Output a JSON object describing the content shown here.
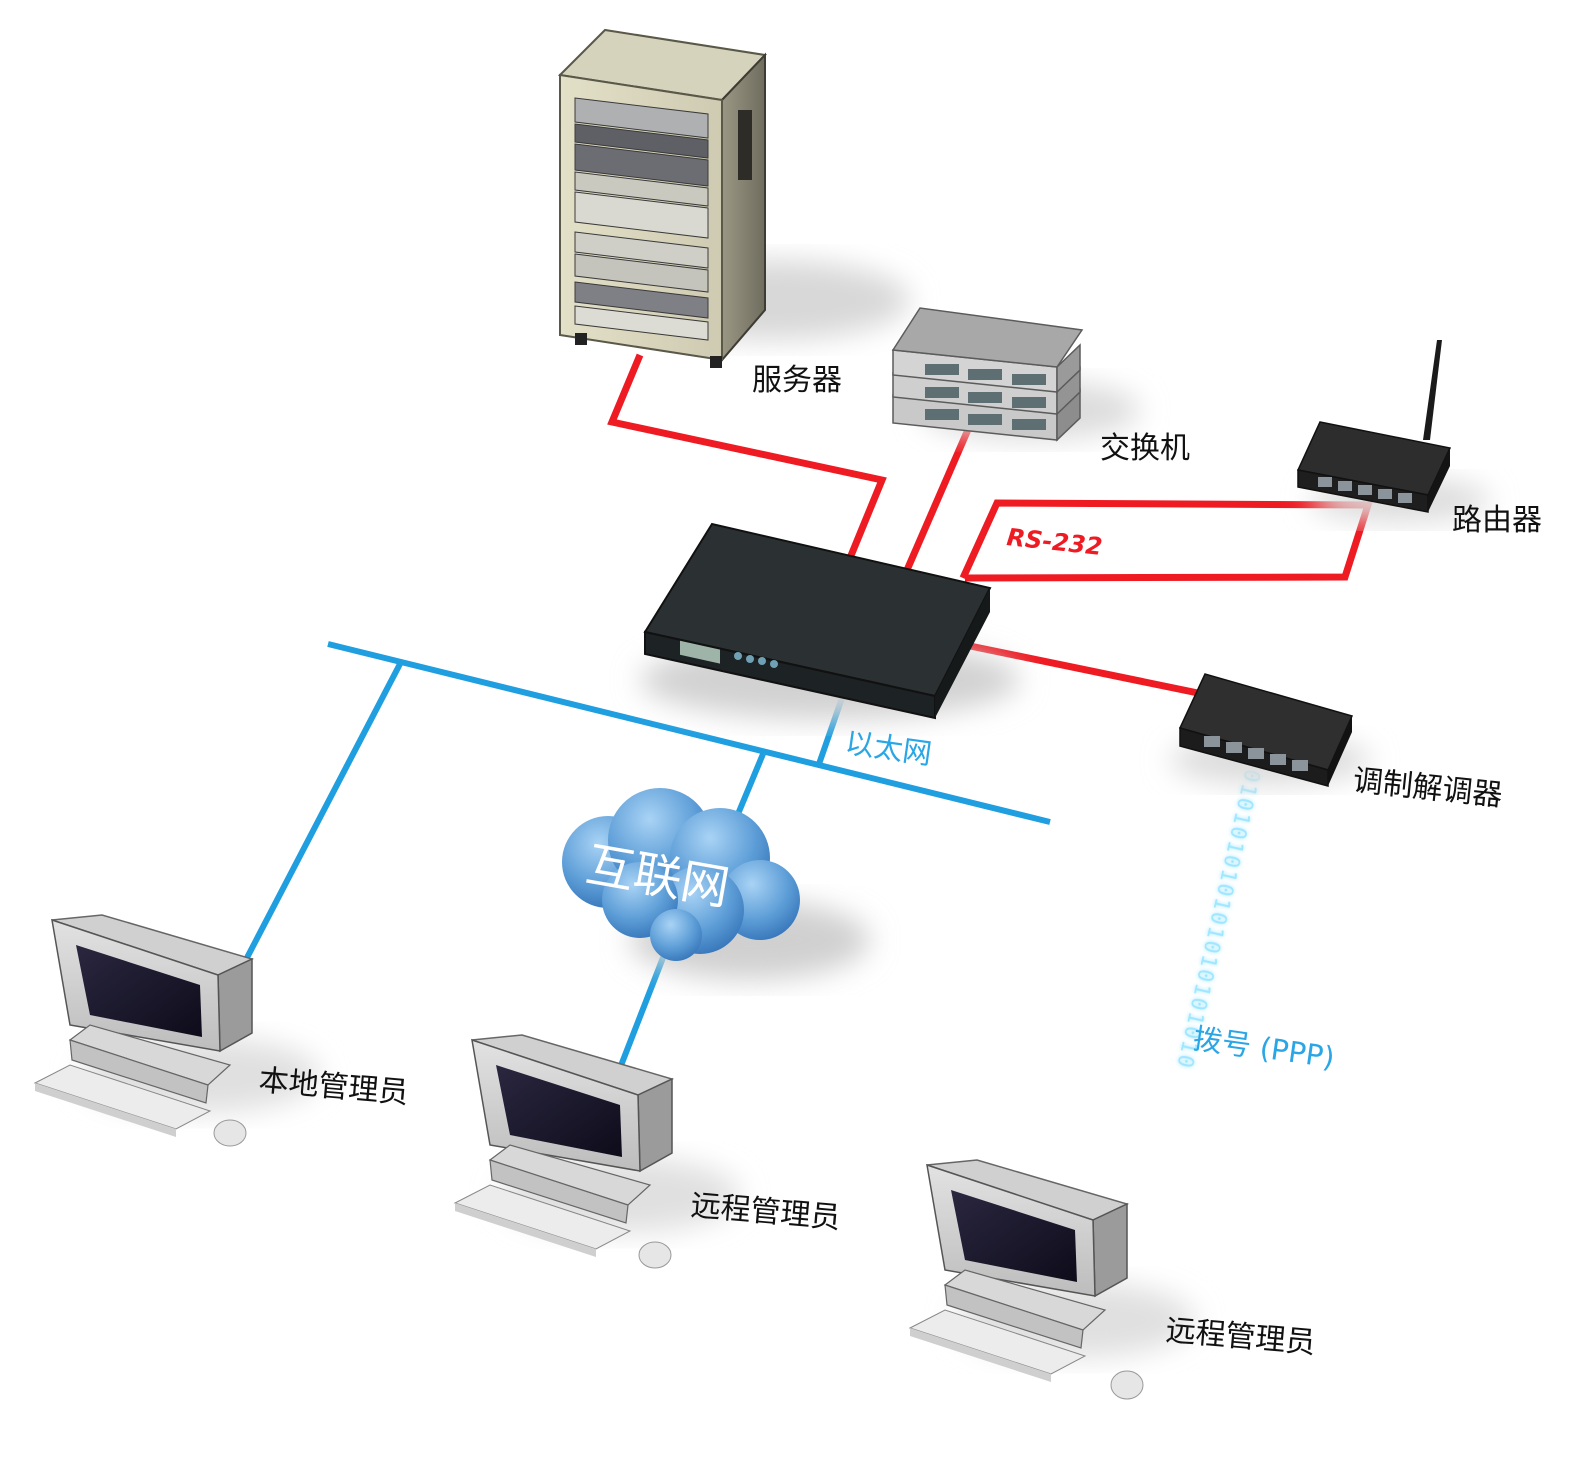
{
  "colors": {
    "serial_link": "#ef1b23",
    "ethernet_link": "#1f9ee0",
    "ethernet_label": "#2aa6e6",
    "cloud": "#5f9fd8",
    "dial_bits": "#9fe6ff"
  },
  "labels": {
    "server": "服务器",
    "switch": "交换机",
    "router": "路由器",
    "rs232": "RS-232",
    "ethernet": "以太网",
    "modem": "调制解调器",
    "internet": "互联网",
    "local_admin": "本地管理员",
    "remote_admin_1": "远程管理员",
    "remote_admin_2": "远程管理员",
    "dialup": "拨号 (PPP)"
  },
  "dial_bits": "010101010101010101010"
}
